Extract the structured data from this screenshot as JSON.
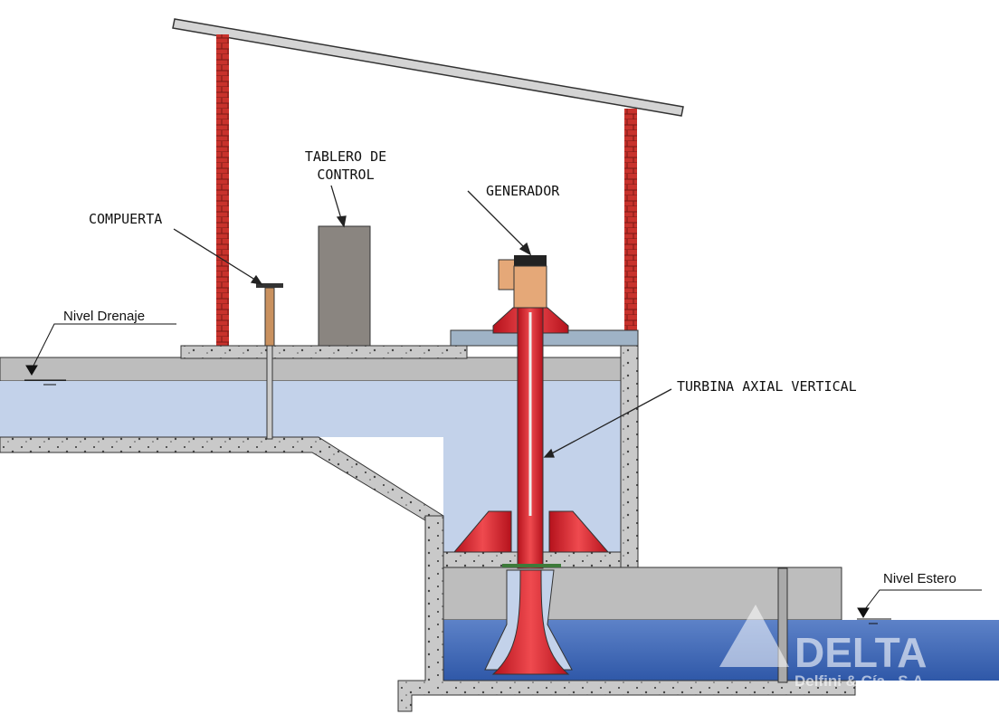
{
  "labels": {
    "tablero_line1": "TABLERO DE",
    "tablero_line2": "CONTROL",
    "compuerta": "COMPUERTA",
    "generador": "GENERADOR",
    "turbina": "TURBINA AXIAL VERTICAL",
    "nivel_drenaje": "Nivel Drenaje",
    "nivel_estero": "Nivel Estero"
  },
  "logo": {
    "name": "DELTA",
    "company": "Delfini & Cía., S.A."
  },
  "colors": {
    "brick": "#c8322c",
    "concrete": "#c9c9c9",
    "water_upper": "#c3d2ea",
    "water_lower": "#3e66b5",
    "turbine": "#d6202a",
    "generator": "#e5a878"
  }
}
